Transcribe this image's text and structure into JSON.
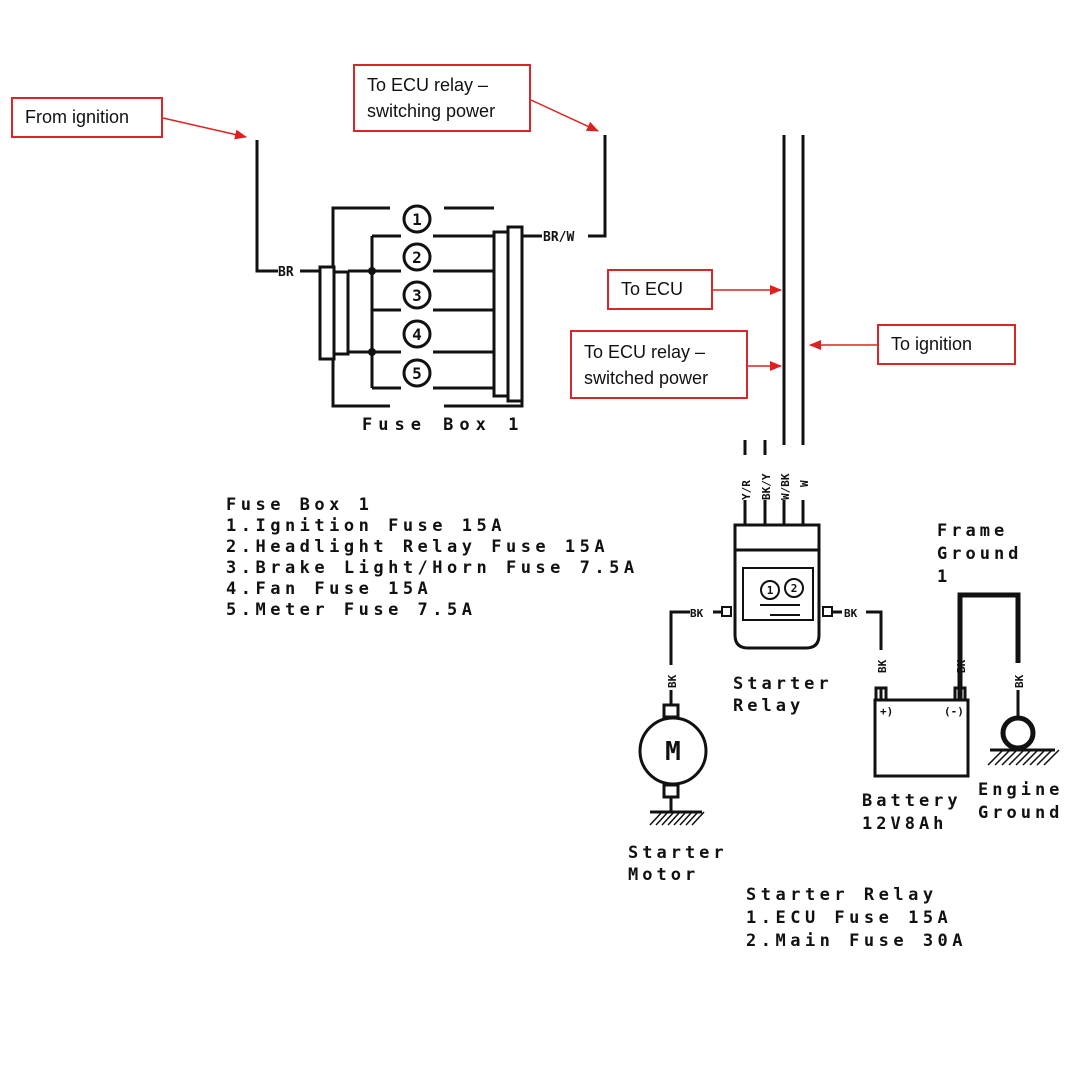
{
  "callouts": {
    "from_ignition": "From ignition",
    "ecu_relay_switching_line1": "To ECU relay –",
    "ecu_relay_switching_line2": "switching power",
    "to_ecu": "To ECU",
    "ecu_relay_switched_line1": "To ECU relay –",
    "ecu_relay_switched_line2": "switched power",
    "to_ignition": "To ignition"
  },
  "fuse_box": {
    "caption": "Fuse Box 1",
    "fuse_numbers": [
      "1",
      "2",
      "3",
      "4",
      "5"
    ],
    "input_wire": "BR",
    "output_wire": "BR/W",
    "legend_title": "Fuse Box 1",
    "legend_items": [
      "1.Ignition Fuse 15A",
      "2.Headlight Relay Fuse 15A",
      "3.Brake Light/Horn Fuse 7.5A",
      "4.Fan Fuse 15A",
      "5.Meter Fuse 7.5A"
    ]
  },
  "relay_wires": [
    "Y/R",
    "BK/Y",
    "W/BK",
    "W"
  ],
  "relay_fuse_numbers": [
    "1",
    "2"
  ],
  "wire_bk": "BK",
  "labels": {
    "frame_ground_line1": "Frame",
    "frame_ground_line2": "Ground",
    "frame_ground_line3": "1",
    "starter_relay_line1": "Starter",
    "starter_relay_line2": "Relay",
    "battery_line1": "Battery",
    "battery_line2": "12V8Ah",
    "battery_plus": "+)",
    "battery_minus": "(-)",
    "engine_ground_line1": "Engine",
    "engine_ground_line2": "Ground",
    "starter_motor_line1": "Starter",
    "starter_motor_line2": "Motor",
    "motor_symbol": "M"
  },
  "starter_relay_legend": {
    "title": "Starter Relay",
    "items": [
      "1.ECU Fuse 15A",
      "2.Main Fuse 30A"
    ]
  },
  "colors": {
    "callout_border": "#d9262b",
    "arrow": "#e02020",
    "wire": "#111111"
  }
}
